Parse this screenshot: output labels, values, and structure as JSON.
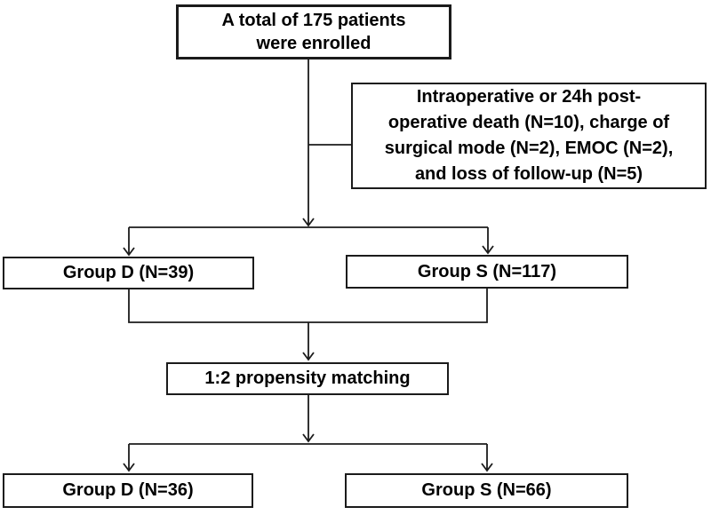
{
  "colors": {
    "ink": "#1b1b1b",
    "text": "#000000",
    "bg": "#ffffff"
  },
  "flowchart": {
    "nodes": {
      "enrolled": {
        "lines": [
          "A total of 175 patients",
          "were enrolled"
        ]
      },
      "excluded": {
        "lines": [
          "Intraoperative or 24h post-",
          "operative death (N=10), charge of",
          "surgical mode (N=2), EMOC (N=2),",
          "and loss of follow-up (N=5)"
        ]
      },
      "group_d_initial": {
        "label": "Group D (N=39)"
      },
      "group_s_initial": {
        "label": "Group S (N=117)"
      },
      "matching": {
        "label": "1:2 propensity matching"
      },
      "group_d_matched": {
        "label": "Group D (N=36)"
      },
      "group_s_matched": {
        "label": "Group S (N=66)"
      }
    }
  }
}
